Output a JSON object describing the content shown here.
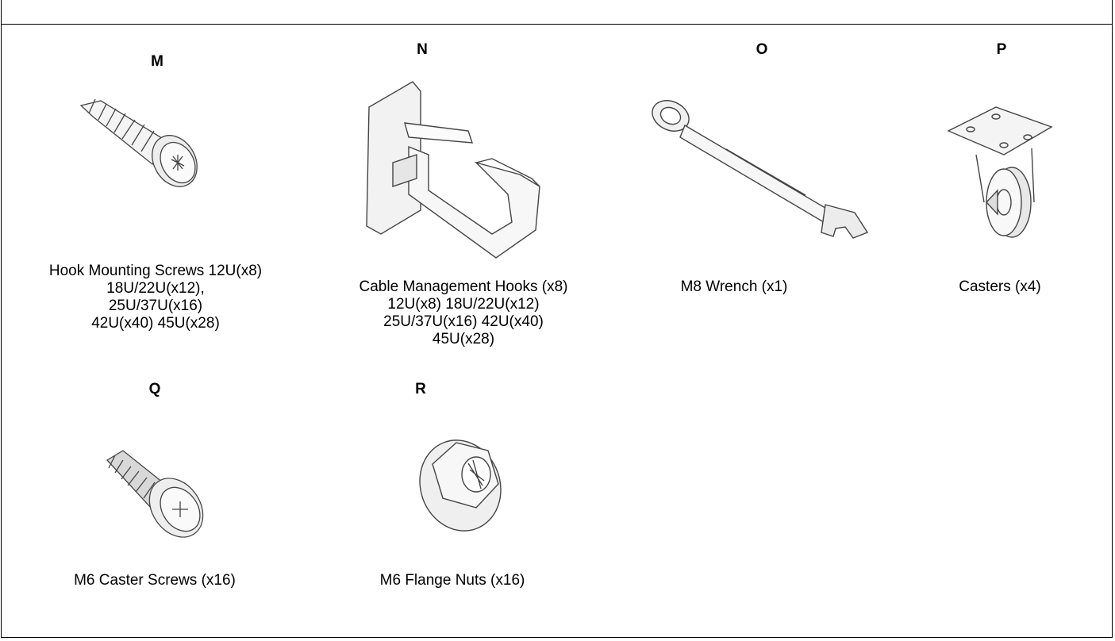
{
  "parts": [
    {
      "letter": "M",
      "icon": "self-tapping-screw-icon",
      "lines": [
        "Hook Mounting Screws 12U(x8)",
        "18U/22U(x12),",
        "25U/37U(x16)",
        "42U(x40) 45U(x28)"
      ]
    },
    {
      "letter": "N",
      "icon": "cable-hook-icon",
      "lines": [
        "Cable Management Hooks (x8)",
        "12U(x8) 18U/22U(x12)",
        "25U/37U(x16) 42U(x40)",
        "45U(x28)"
      ]
    },
    {
      "letter": "O",
      "icon": "wrench-icon",
      "lines": [
        "M8 Wrench (x1)"
      ]
    },
    {
      "letter": "P",
      "icon": "caster-icon",
      "lines": [
        "Casters (x4)"
      ]
    },
    {
      "letter": "Q",
      "icon": "machine-screw-icon",
      "lines": [
        "M6 Caster Screws (x16)"
      ]
    },
    {
      "letter": "R",
      "icon": "flange-nut-icon",
      "lines": [
        "M6 Flange Nuts (x16)"
      ]
    }
  ]
}
